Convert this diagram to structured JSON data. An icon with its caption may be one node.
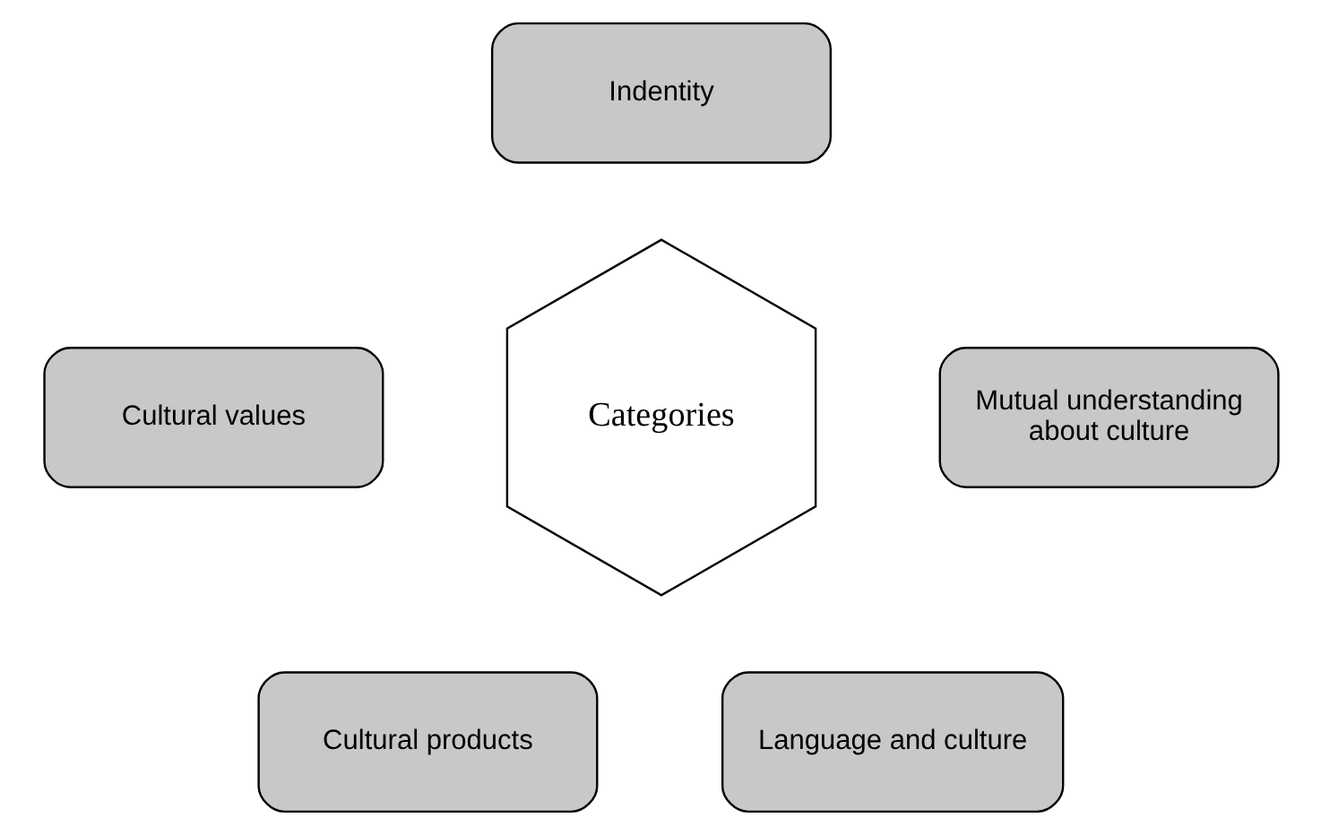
{
  "diagram": {
    "nodes": [
      {
        "text": [
          "Indentity"
        ]
      },
      {
        "text": [
          "Cultural values"
        ]
      },
      {
        "text": [
          "Categories"
        ]
      },
      {
        "text": [
          "Mutual understanding about culture"
        ]
      },
      {
        "text": [
          "Cultural products"
        ]
      },
      {
        "text": [
          "Language and culture"
        ]
      }
    ]
  }
}
